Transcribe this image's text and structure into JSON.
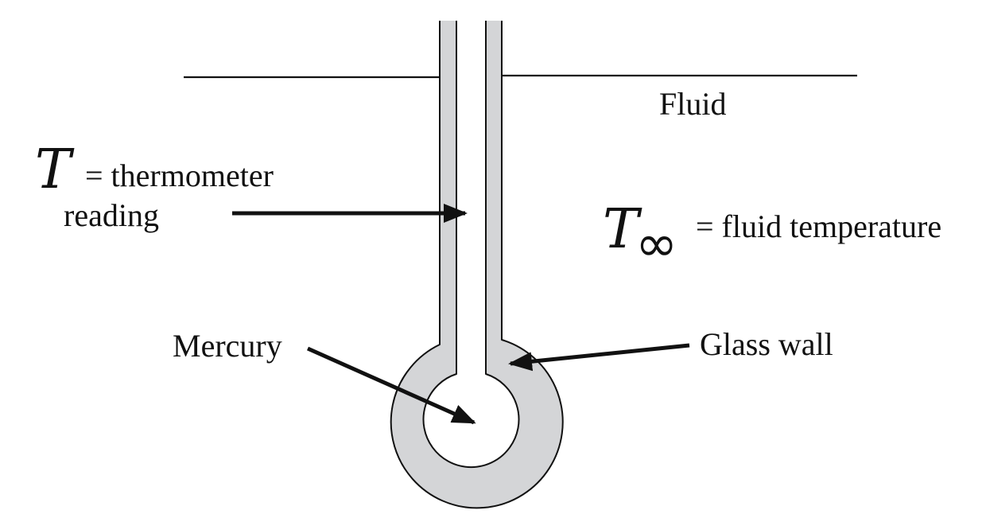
{
  "labels": {
    "fluid": "Fluid",
    "thermometer_symbol": "T",
    "thermometer_text_line1": "= thermometer",
    "thermometer_text_line2": "reading",
    "fluid_symbol": "T",
    "fluid_symbol_subscript": "∞",
    "fluid_text": "= fluid temperature",
    "mercury": "Mercury",
    "glass_wall": "Glass wall"
  },
  "colors": {
    "glass": "#d4d5d7",
    "ink": "#111111",
    "background": "#ffffff"
  }
}
